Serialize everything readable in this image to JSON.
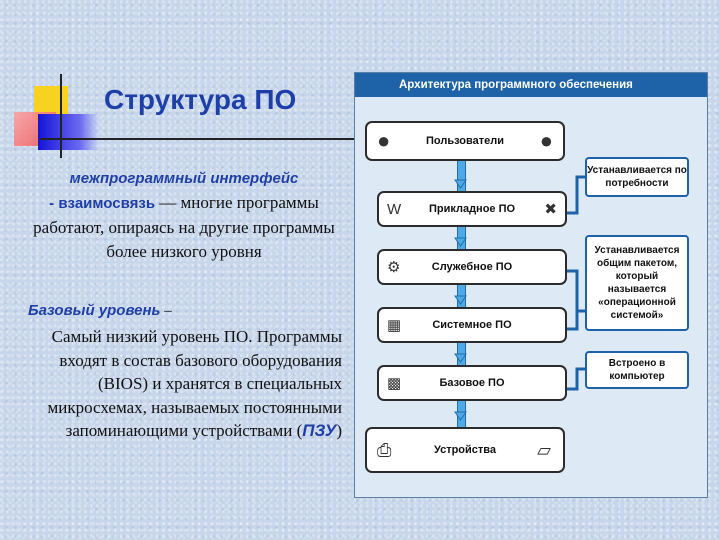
{
  "slide": {
    "title": "Структура ПО",
    "para1": {
      "term": "межпрограммный интерфейс",
      "dash_part": "- взаимосвязь",
      "text": " — многие программы работают, опираясь на другие программы более низкого уровня"
    },
    "heading2": "Базовый уровень",
    "heading2_dash": " –",
    "para2": {
      "text_before": "Самый низкий уровень ПО. Программы входят в состав базового оборудования (BIOS) и хранятся в специальных микросхемах, называемых постоянными запоминающими устройствами (",
      "abbr": "ПЗУ",
      "text_after": ")"
    }
  },
  "diagram": {
    "header": "Архитектура программного обеспечения",
    "nodes": [
      {
        "label": "Пользователи",
        "icon": "person-icon"
      },
      {
        "label": "Прикладное ПО",
        "icon": "word-icon"
      },
      {
        "label": "Служебное ПО",
        "icon": "tools-icon"
      },
      {
        "label": "Системное ПО",
        "icon": "windows-icon"
      },
      {
        "label": "Базовое ПО",
        "icon": "chip-icon"
      },
      {
        "label": "Устройства",
        "icon": "printer-icon"
      }
    ],
    "callouts": [
      "Устанавливается по потребности",
      "Устанавливается общим пакетом, который называется «операционной системой»",
      "Встроено в компьютер"
    ],
    "colors": {
      "header": "#1e62a8",
      "arrow": "#4ea9e6",
      "title": "#1f3fa8"
    }
  }
}
